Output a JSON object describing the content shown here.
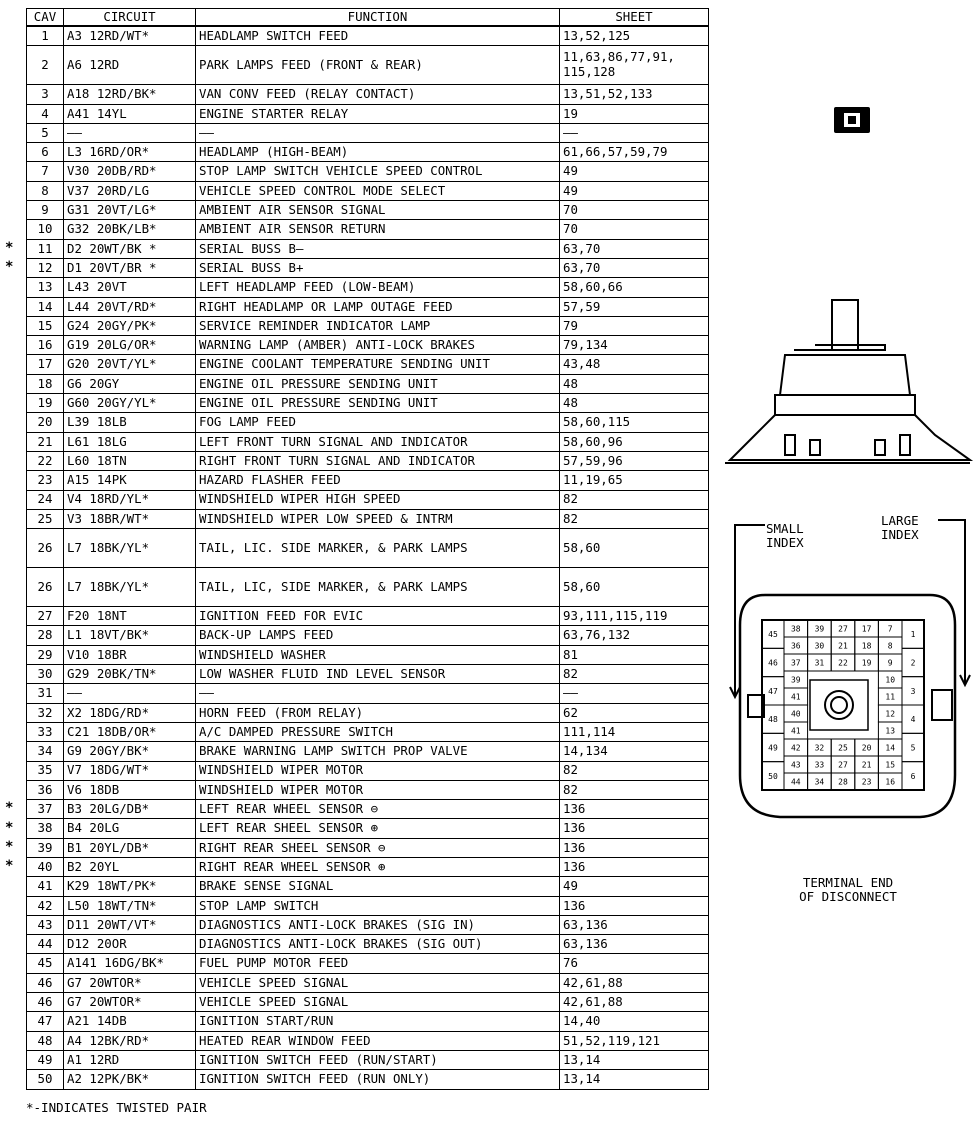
{
  "table": {
    "headers": {
      "cav": "CAV",
      "circuit": "CIRCUIT",
      "function": "FUNCTION",
      "sheet": "SHEET"
    },
    "rows": [
      {
        "marker": "",
        "cav": "1",
        "circuit": "A3 12RD/WT*",
        "function": "HEADLAMP SWITCH FEED",
        "sheet": "13,52,125"
      },
      {
        "marker": "",
        "cav": "2",
        "circuit": "A6 12RD",
        "function": "PARK LAMPS FEED (FRONT & REAR)",
        "sheet": "11,63,86,77,91, 115,128",
        "tall": true
      },
      {
        "marker": "",
        "cav": "3",
        "circuit": "A18 12RD/BK*",
        "function": "VAN CONV FEED (RELAY CONTACT)",
        "sheet": "13,51,52,133"
      },
      {
        "marker": "",
        "cav": "4",
        "circuit": "A41 14YL",
        "function": "ENGINE STARTER RELAY",
        "sheet": "19"
      },
      {
        "marker": "",
        "cav": "5",
        "circuit": "——",
        "function": "——",
        "sheet": "——"
      },
      {
        "marker": "",
        "cav": "6",
        "circuit": "L3 16RD/OR*",
        "function": "HEADLAMP (HIGH-BEAM)",
        "sheet": "61,66,57,59,79"
      },
      {
        "marker": "",
        "cav": "7",
        "circuit": "V30 20DB/RD*",
        "function": "STOP LAMP SWITCH VEHICLE SPEED CONTROL",
        "sheet": "49"
      },
      {
        "marker": "",
        "cav": "8",
        "circuit": "V37 20RD/LG",
        "function": "VEHICLE SPEED CONTROL MODE SELECT",
        "sheet": "49"
      },
      {
        "marker": "",
        "cav": "9",
        "circuit": "G31 20VT/LG*",
        "function": "AMBIENT AIR SENSOR SIGNAL",
        "sheet": "70"
      },
      {
        "marker": "",
        "cav": "10",
        "circuit": "G32 20BK/LB*",
        "function": "AMBIENT AIR SENSOR RETURN",
        "sheet": "70"
      },
      {
        "marker": "*",
        "cav": "11",
        "circuit": "D2 20WT/BK *",
        "function": "SERIAL BUSS B—",
        "sheet": "63,70"
      },
      {
        "marker": "*",
        "cav": "12",
        "circuit": "D1 20VT/BR *",
        "function": "SERIAL BUSS B+",
        "sheet": "63,70"
      },
      {
        "marker": "",
        "cav": "13",
        "circuit": "L43 20VT",
        "function": "LEFT HEADLAMP FEED (LOW-BEAM)",
        "sheet": "58,60,66"
      },
      {
        "marker": "",
        "cav": "14",
        "circuit": "L44 20VT/RD*",
        "function": "RIGHT HEADLAMP OR LAMP OUTAGE FEED",
        "sheet": "57,59"
      },
      {
        "marker": "",
        "cav": "15",
        "circuit": "G24 20GY/PK*",
        "function": "SERVICE REMINDER INDICATOR LAMP",
        "sheet": "79"
      },
      {
        "marker": "",
        "cav": "16",
        "circuit": "G19 20LG/OR*",
        "function": "WARNING LAMP (AMBER) ANTI-LOCK BRAKES",
        "sheet": "79,134"
      },
      {
        "marker": "",
        "cav": "17",
        "circuit": "G20 20VT/YL*",
        "function": "ENGINE COOLANT TEMPERATURE SENDING UNIT",
        "sheet": "43,48"
      },
      {
        "marker": "",
        "cav": "18",
        "circuit": "G6 20GY",
        "function": "ENGINE OIL PRESSURE SENDING UNIT",
        "sheet": "48"
      },
      {
        "marker": "",
        "cav": "19",
        "circuit": "G60 20GY/YL*",
        "function": "ENGINE OIL PRESSURE SENDING UNIT",
        "sheet": "48"
      },
      {
        "marker": "",
        "cav": "20",
        "circuit": "L39 18LB",
        "function": "FOG LAMP FEED",
        "sheet": "58,60,115"
      },
      {
        "marker": "",
        "cav": "21",
        "circuit": "L61 18LG",
        "function": "LEFT FRONT TURN SIGNAL AND INDICATOR",
        "sheet": "58,60,96"
      },
      {
        "marker": "",
        "cav": "22",
        "circuit": "L60 18TN",
        "function": "RIGHT FRONT TURN SIGNAL AND INDICATOR",
        "sheet": "57,59,96"
      },
      {
        "marker": "",
        "cav": "23",
        "circuit": "A15 14PK",
        "function": "HAZARD FLASHER FEED",
        "sheet": "11,19,65"
      },
      {
        "marker": "",
        "cav": "24",
        "circuit": "V4 18RD/YL*",
        "function": "WINDSHIELD WIPER HIGH SPEED",
        "sheet": "82"
      },
      {
        "marker": "",
        "cav": "25",
        "circuit": "V3 18BR/WT*",
        "function": "WINDSHIELD WIPER LOW SPEED & INTRM",
        "sheet": "82"
      },
      {
        "marker": "",
        "cav": "26",
        "circuit": "L7 18BK/YL*",
        "function": "TAIL, LIC. SIDE MARKER, & PARK LAMPS",
        "sheet": "58,60",
        "tall": true
      },
      {
        "marker": "",
        "cav": "26",
        "circuit": "L7 18BK/YL*",
        "function": "TAIL, LIC, SIDE MARKER, & PARK LAMPS",
        "sheet": "58,60",
        "tall": true
      },
      {
        "marker": "",
        "cav": "27",
        "circuit": "F20 18NT",
        "function": "IGNITION FEED FOR EVIC",
        "sheet": "93,111,115,119"
      },
      {
        "marker": "",
        "cav": "28",
        "circuit": "L1 18VT/BK*",
        "function": "BACK-UP LAMPS FEED",
        "sheet": "63,76,132"
      },
      {
        "marker": "",
        "cav": "29",
        "circuit": "V10 18BR",
        "function": "WINDSHIELD WASHER",
        "sheet": "81"
      },
      {
        "marker": "",
        "cav": "30",
        "circuit": "G29 20BK/TN*",
        "function": "LOW WASHER FLUID IND LEVEL SENSOR",
        "sheet": "82"
      },
      {
        "marker": "",
        "cav": "31",
        "circuit": "——",
        "function": "——",
        "sheet": "——"
      },
      {
        "marker": "",
        "cav": "32",
        "circuit": "X2 18DG/RD*",
        "function": "HORN FEED (FROM RELAY)",
        "sheet": "62"
      },
      {
        "marker": "",
        "cav": "33",
        "circuit": "C21 18DB/OR*",
        "function": "A/C DAMPED PRESSURE SWITCH",
        "sheet": "111,114"
      },
      {
        "marker": "",
        "cav": "34",
        "circuit": "G9 20GY/BK*",
        "function": "BRAKE WARNING LAMP SWITCH PROP VALVE",
        "sheet": "14,134"
      },
      {
        "marker": "",
        "cav": "35",
        "circuit": "V7 18DG/WT*",
        "function": "WINDSHIELD WIPER MOTOR",
        "sheet": "82"
      },
      {
        "marker": "",
        "cav": "36",
        "circuit": "V6 18DB",
        "function": "WINDSHIELD WIPER MOTOR",
        "sheet": "82"
      },
      {
        "marker": "*",
        "cav": "37",
        "circuit": "B3 20LG/DB*",
        "function": "LEFT REAR WHEEL SENSOR ⊖",
        "sheet": "136"
      },
      {
        "marker": "*",
        "cav": "38",
        "circuit": "B4 20LG",
        "function": "LEFT REAR SHEEL SENSOR ⊕",
        "sheet": "136"
      },
      {
        "marker": "*",
        "cav": "39",
        "circuit": "B1 20YL/DB*",
        "function": "RIGHT REAR SHEEL SENSOR ⊖",
        "sheet": "136"
      },
      {
        "marker": "*",
        "cav": "40",
        "circuit": "B2 20YL",
        "function": "RIGHT REAR WHEEL SENSOR ⊕",
        "sheet": "136"
      },
      {
        "marker": "",
        "cav": "41",
        "circuit": "K29 18WT/PK*",
        "function": "BRAKE SENSE SIGNAL",
        "sheet": "49"
      },
      {
        "marker": "",
        "cav": "42",
        "circuit": "L50 18WT/TN*",
        "function": "STOP LAMP SWITCH",
        "sheet": "136"
      },
      {
        "marker": "",
        "cav": "43",
        "circuit": "D11 20WT/VT*",
        "function": "DIAGNOSTICS ANTI-LOCK BRAKES (SIG IN)",
        "sheet": "63,136"
      },
      {
        "marker": "",
        "cav": "44",
        "circuit": "D12 20OR",
        "function": "DIAGNOSTICS ANTI-LOCK BRAKES (SIG OUT)",
        "sheet": "63,136"
      },
      {
        "marker": "",
        "cav": "45",
        "circuit": "A141 16DG/BK*",
        "function": "FUEL PUMP MOTOR FEED",
        "sheet": "76"
      },
      {
        "marker": "",
        "cav": "46",
        "circuit": "G7 20WTOR*",
        "function": "VEHICLE SPEED SIGNAL",
        "sheet": "42,61,88"
      },
      {
        "marker": "",
        "cav": "46",
        "circuit": "G7 20WTOR*",
        "function": "VEHICLE SPEED SIGNAL",
        "sheet": "42,61,88"
      },
      {
        "marker": "",
        "cav": "47",
        "circuit": "A21 14DB",
        "function": "IGNITION START/RUN",
        "sheet": "14,40"
      },
      {
        "marker": "",
        "cav": "48",
        "circuit": "A4 12BK/RD*",
        "function": "HEATED REAR WINDOW FEED",
        "sheet": "51,52,119,121"
      },
      {
        "marker": "",
        "cav": "49",
        "circuit": "A1 12RD",
        "function": "IGNITION SWITCH FEED (RUN/START)",
        "sheet": "13,14"
      },
      {
        "marker": "",
        "cav": "50",
        "circuit": "A2 12PK/BK*",
        "function": "IGNITION SWITCH FEED (RUN ONLY)",
        "sheet": "13,14"
      }
    ]
  },
  "footnote": "*-INDICATES TWISTED PAIR",
  "connector": {
    "small_index_label": "SMALL\nINDEX",
    "large_index_label": "LARGE\nINDEX",
    "caption": "TERMINAL END\nOF DISCONNECT",
    "grid": {
      "left_column": [
        "45",
        "46",
        "47",
        "48",
        "49",
        "50"
      ],
      "right_column": [
        "1",
        "2",
        "3",
        "4",
        "5",
        "6"
      ],
      "rows": [
        [
          "38",
          "39",
          "27",
          "17",
          "7"
        ],
        [
          "36",
          "30",
          "21",
          "18",
          "8"
        ],
        [
          "37",
          "31",
          "22",
          "19",
          "9"
        ],
        [
          "39",
          "",
          "",
          "",
          "10"
        ],
        [
          "41",
          "",
          "",
          "",
          "11"
        ],
        [
          "40",
          "",
          "",
          "",
          "12"
        ],
        [
          "41",
          "",
          "",
          "",
          "13"
        ],
        [
          "42",
          "32",
          "25",
          "20",
          "14"
        ],
        [
          "43",
          "33",
          "27",
          "21",
          "15"
        ],
        [
          "44",
          "34",
          "28",
          "23",
          "16"
        ]
      ]
    }
  }
}
